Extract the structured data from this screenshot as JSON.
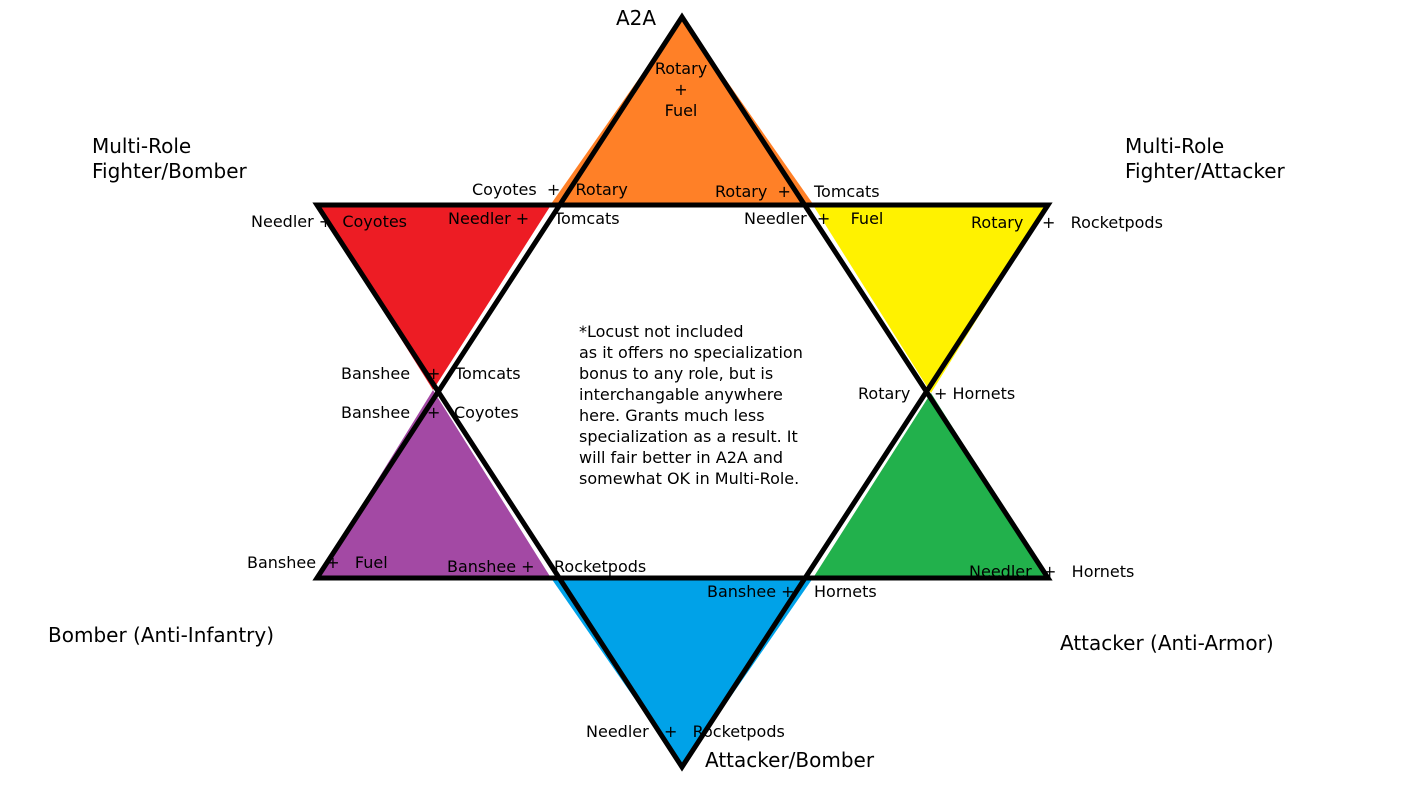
{
  "colors": {
    "a2a": "#FF8027",
    "multi_role_fighter_bomber": "#ED1C24",
    "multi_role_fighter_attacker": "#FFF200",
    "attacker_anti_armor": "#22B14C",
    "attacker_bomber": "#00A2E8",
    "bomber_anti_infantry": "#A349A4",
    "outline": "#000000"
  },
  "roles": {
    "a2a": "A2A",
    "mr_fb_line1": "Multi-Role",
    "mr_fb_line2": "Fighter/Bomber",
    "mr_fa_line1": "Multi-Role",
    "mr_fa_line2": "Fighter/Attacker",
    "bomber": "Bomber (Anti-Infantry)",
    "attacker": "Attacker (Anti-Armor)",
    "attacker_bomber": "Attacker/Bomber"
  },
  "combos": {
    "top_a": "Rotary",
    "top_plus": "+",
    "top_b": "Fuel",
    "c1": "Coyotes  +   Rotary",
    "c2": "Rotary  +",
    "c2b": "Tomcats",
    "c3": "Needler +  Coyotes",
    "c4": "Needler +",
    "c4b": "Tomcats",
    "c5": "Needler  +    Fuel",
    "c6": "Rotary",
    "c6b": "+   Rocketpods",
    "c7": "Banshee",
    "c7plus": "+",
    "c7b": "Tomcats",
    "c8": "Banshee",
    "c8plus": "+",
    "c8b": "Coyotes",
    "c9": "Rotary",
    "c9b": "+ Hornets",
    "c10": "Banshee  +   Fuel",
    "c11": "Banshee +",
    "c11b": "Rocketpods",
    "c12": "Banshee +",
    "c12b": "Hornets",
    "c13": "Needler",
    "c13b": "+   Hornets",
    "c14": "Needler   +   Rocketpods"
  },
  "note": [
    "*Locust not included",
    "as it offers no specialization",
    "bonus to any role, but is",
    "interchangable anywhere",
    "here. Grants much less",
    "specialization as a result. It",
    "will fair better in A2A and",
    "somewhat OK in Multi-Role."
  ]
}
